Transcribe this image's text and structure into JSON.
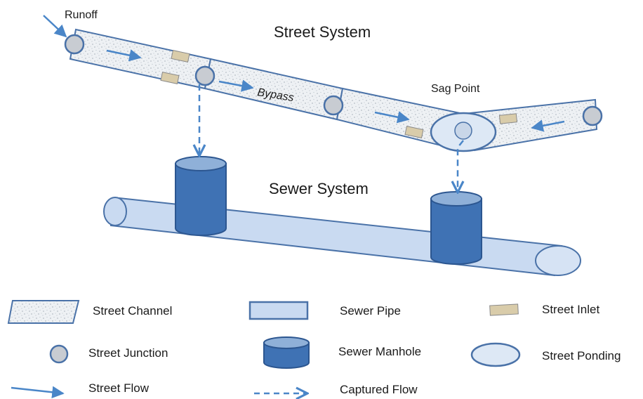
{
  "diagram": {
    "street_system_title": "Street System",
    "sewer_system_title": "Sewer System",
    "runoff_label": "Runoff",
    "bypass_label": "Bypass",
    "sag_point_label": "Sag Point"
  },
  "legend": {
    "street_channel": "Street Channel",
    "street_junction": "Street Junction",
    "street_flow": "Street Flow",
    "sewer_pipe": "Sewer Pipe",
    "sewer_manhole": "Sewer Manhole",
    "captured_flow": "Captured Flow",
    "street_inlet": "Street Inlet",
    "street_ponding": "Street Ponding"
  },
  "colors": {
    "stroke": "#4a72a8",
    "flow_arrow": "#4a86c8",
    "pipe_fill": "#c9daf1",
    "manhole_fill": "#3f72b4",
    "manhole_top": "#8fb0d8",
    "channel_fill": "#eef1f4",
    "junction_fill": "#c8ccd2",
    "inlet_fill": "#d9ccaa",
    "ponding_fill": "#dde8f5"
  }
}
